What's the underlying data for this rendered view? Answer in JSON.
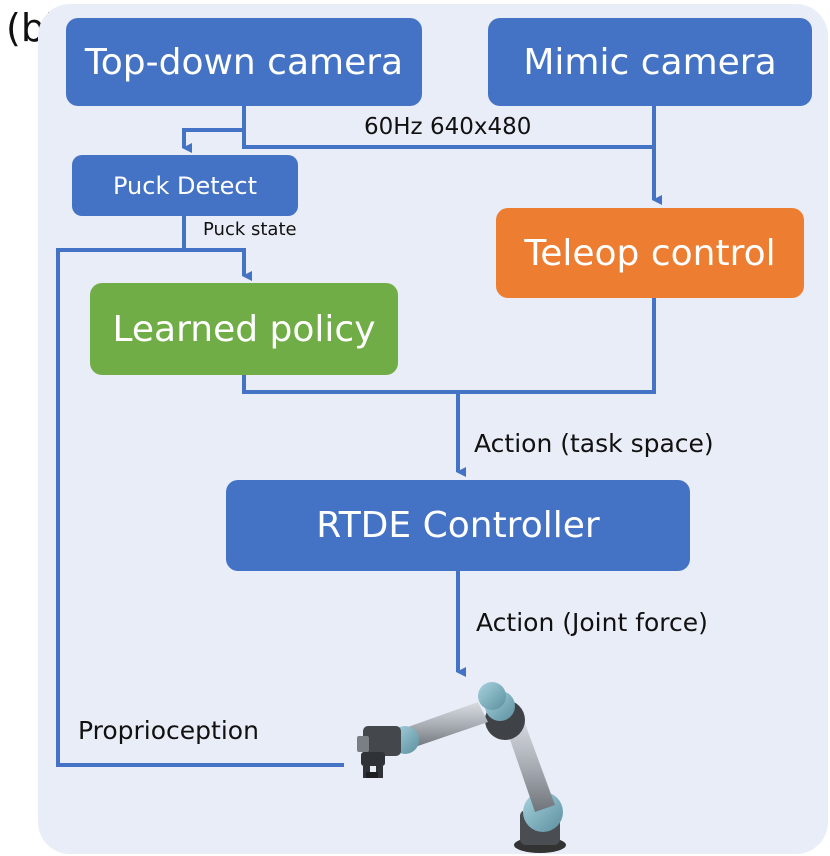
{
  "panel_label": "(b)",
  "colors": {
    "background_panel": "#e9edf7",
    "box_blue": "#4472c4",
    "box_orange": "#ed7d31",
    "box_green": "#70ad47",
    "connector": "#4472c4"
  },
  "nodes": {
    "top_down_camera": "Top-down camera",
    "mimic_camera": "Mimic camera",
    "puck_detect": "Puck Detect",
    "teleop_control": "Teleop control",
    "learned_policy": "Learned policy",
    "rtde_controller": "RTDE Controller"
  },
  "edge_labels": {
    "camera_stream": "60Hz 640x480",
    "puck_state": "Puck state",
    "action_task_space": "Action (task space)",
    "action_joint_force": "Action (Joint force)",
    "proprioception": "Proprioception"
  },
  "icons": {
    "robot": "robot-arm-icon"
  }
}
